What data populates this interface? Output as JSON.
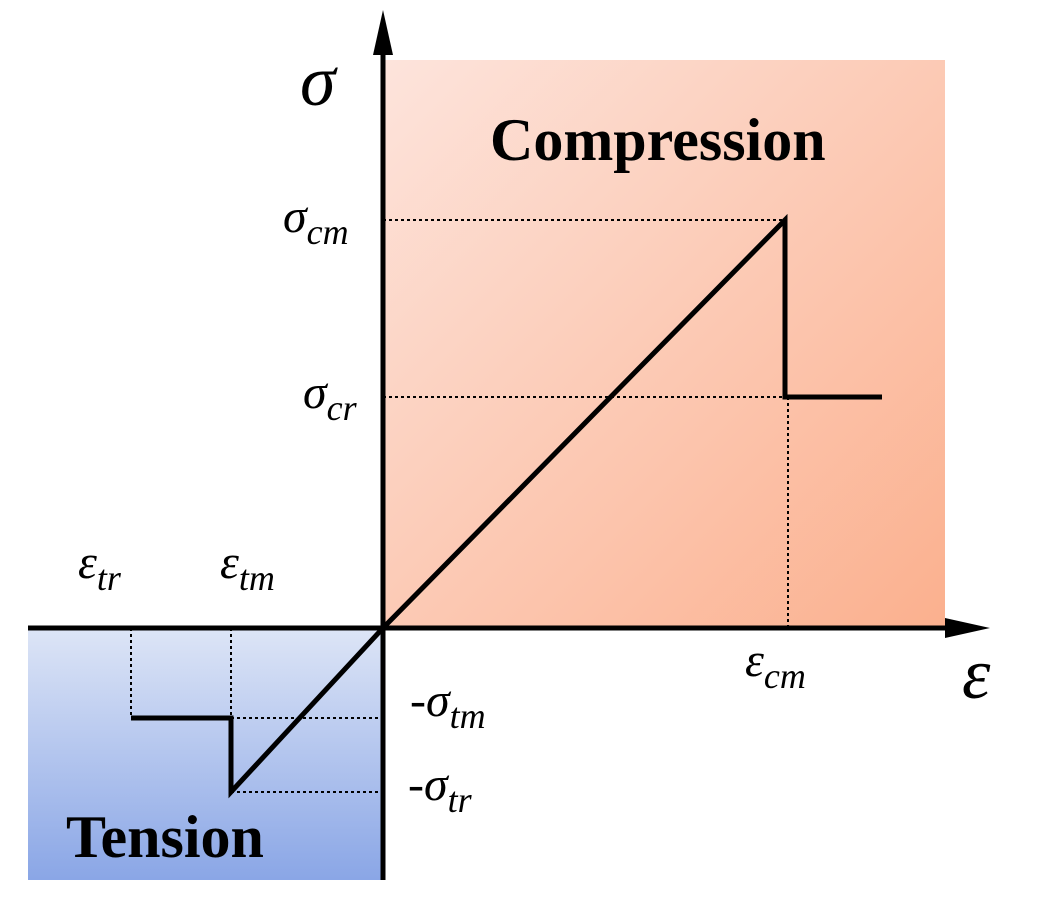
{
  "regions": {
    "compression": {
      "label": "Compression",
      "color_start": "#fde4dc",
      "color_end": "#fbb08e"
    },
    "tension": {
      "label": "Tension",
      "color_start": "#dde5f6",
      "color_end": "#8aa6e6"
    }
  },
  "axes": {
    "y_label": "σ",
    "x_label": "ε"
  },
  "labels": {
    "sigma_cm": {
      "base": "σ",
      "sub": "cm"
    },
    "sigma_cr": {
      "base": "σ",
      "sub": "cr"
    },
    "neg_sigma_tm": {
      "base": "-σ",
      "sub": "tm"
    },
    "neg_sigma_tr": {
      "base": "-σ",
      "sub": "tr"
    },
    "eps_cm": {
      "base": "ε",
      "sub": "cm"
    },
    "eps_tr": {
      "base": "ε",
      "sub": "tr"
    },
    "eps_tm": {
      "base": "ε",
      "sub": "tm"
    }
  },
  "colors": {
    "line": "#000000",
    "axis": "#000000"
  }
}
